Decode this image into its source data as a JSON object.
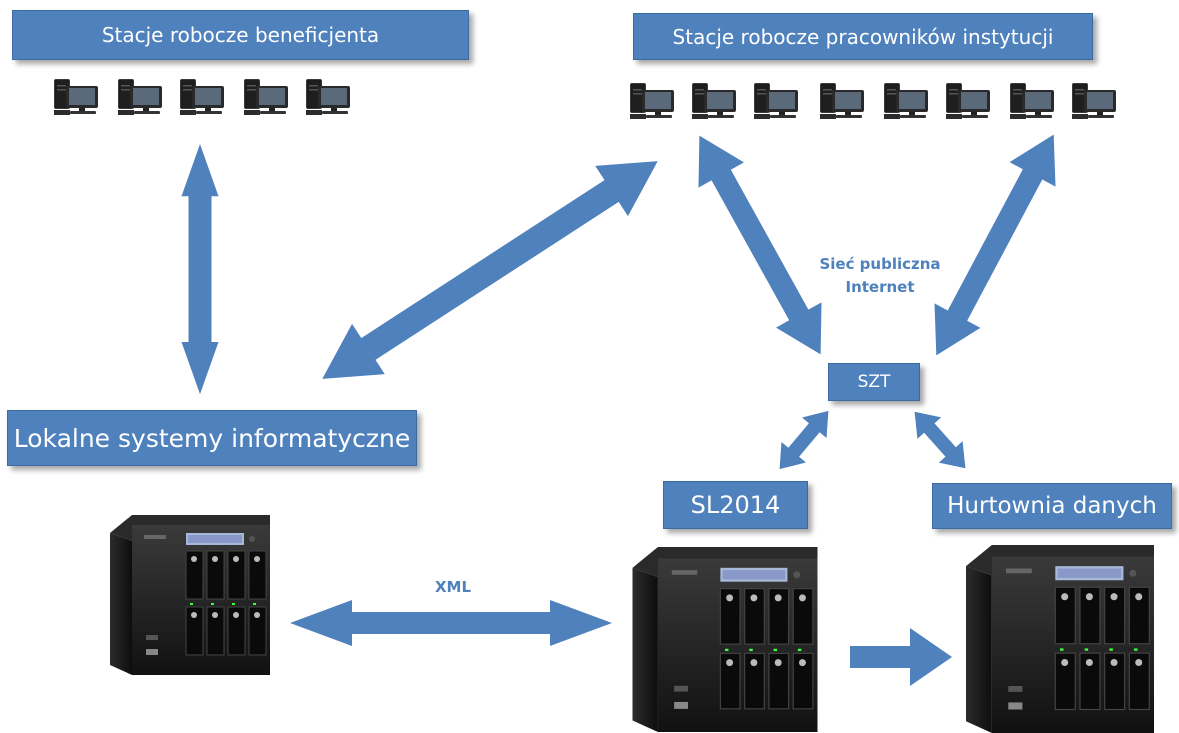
{
  "boxes": {
    "beneficiary": "Stacje robocze beneficjenta",
    "staff": "Stacje robocze pracowników instytucji",
    "local": "Lokalne systemy informatyczne",
    "szt": "SZT",
    "sl2014": "SL2014",
    "warehouse": "Hurtownia danych"
  },
  "labels": {
    "network_line1": "Sieć publiczna",
    "network_line2": "Internet",
    "xml": "XML"
  },
  "workstation_counts": {
    "beneficiary": 5,
    "staff": 8
  },
  "colors": {
    "accent": "#4f81bd",
    "server_body": "#1a1a1a",
    "workstation": "#2b2b2b"
  }
}
